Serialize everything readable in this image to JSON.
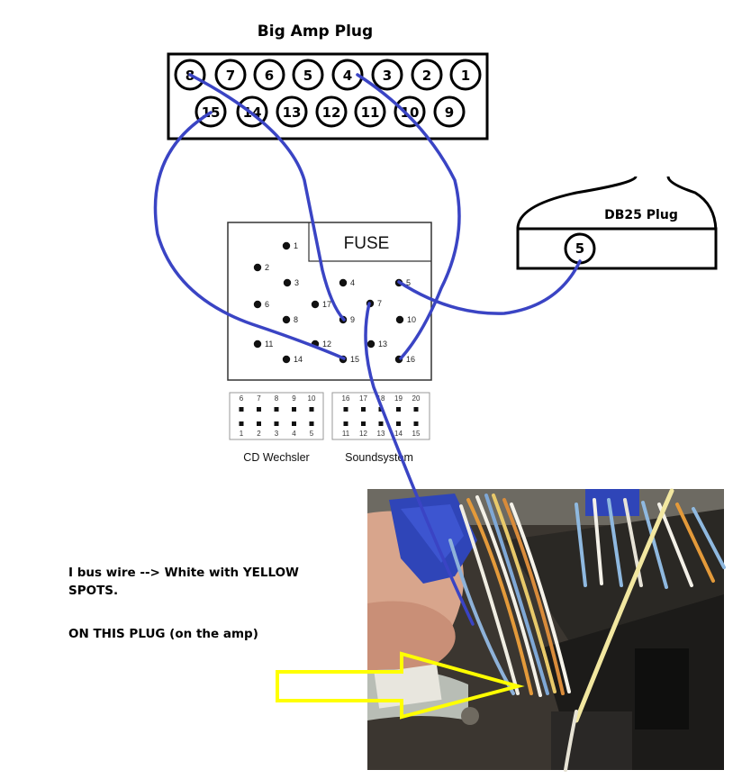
{
  "big_amp_plug": {
    "title": "Big Amp Plug",
    "top_row": [
      "8",
      "7",
      "6",
      "5",
      "4",
      "3",
      "2",
      "1"
    ],
    "bottom_row": [
      "15",
      "14",
      "13",
      "12",
      "11",
      "10",
      "9"
    ]
  },
  "db25_plug": {
    "title": "DB25 Plug",
    "pin": "5"
  },
  "fuse_connector": {
    "fuse_label": "FUSE",
    "pins": [
      "1",
      "2",
      "3",
      "4",
      "5",
      "6",
      "17",
      "8",
      "9",
      "7",
      "10",
      "11",
      "12",
      "13",
      "14",
      "15",
      "16"
    ],
    "cd_wechsler": {
      "label": "CD Wechsler",
      "top": [
        "6",
        "7",
        "8",
        "9",
        "10"
      ],
      "bottom": [
        "1",
        "2",
        "3",
        "4",
        "5"
      ]
    },
    "soundsystem": {
      "label": "Soundsystem",
      "top": [
        "16",
        "17",
        "18",
        "19",
        "20"
      ],
      "bottom": [
        "11",
        "12",
        "13",
        "14",
        "15"
      ]
    }
  },
  "notes": {
    "line1": "I bus wire --> White with YELLOW SPOTS.",
    "line2": "ON THIS PLUG (on the amp)"
  },
  "colors": {
    "wire": "#3a44c4",
    "arrow": "#ffff00",
    "ink": "#000000"
  }
}
